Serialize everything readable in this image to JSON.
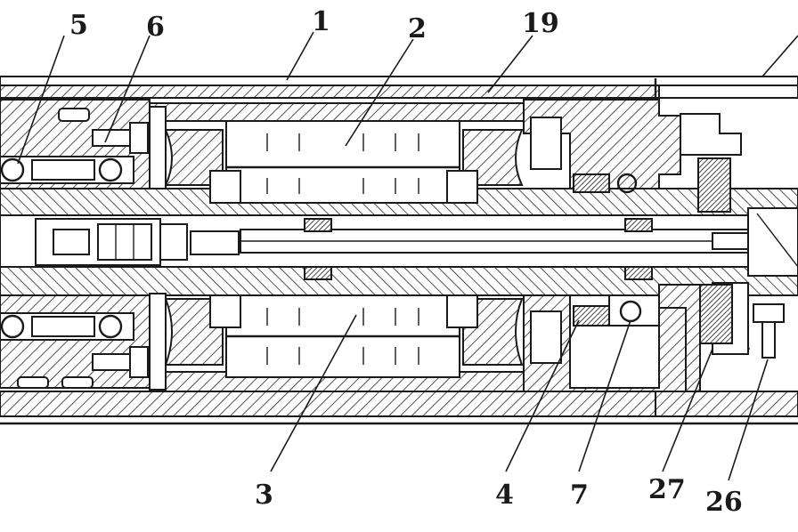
{
  "labels": {
    "l1": "1",
    "l2": "2",
    "l3": "3",
    "l4": "4",
    "l5": "5",
    "l6": "6",
    "l7": "7",
    "l19": "19",
    "l26": "26",
    "l27": "27"
  },
  "colors": {
    "ink": "#1a1a1a",
    "paper": "#ffffff"
  }
}
